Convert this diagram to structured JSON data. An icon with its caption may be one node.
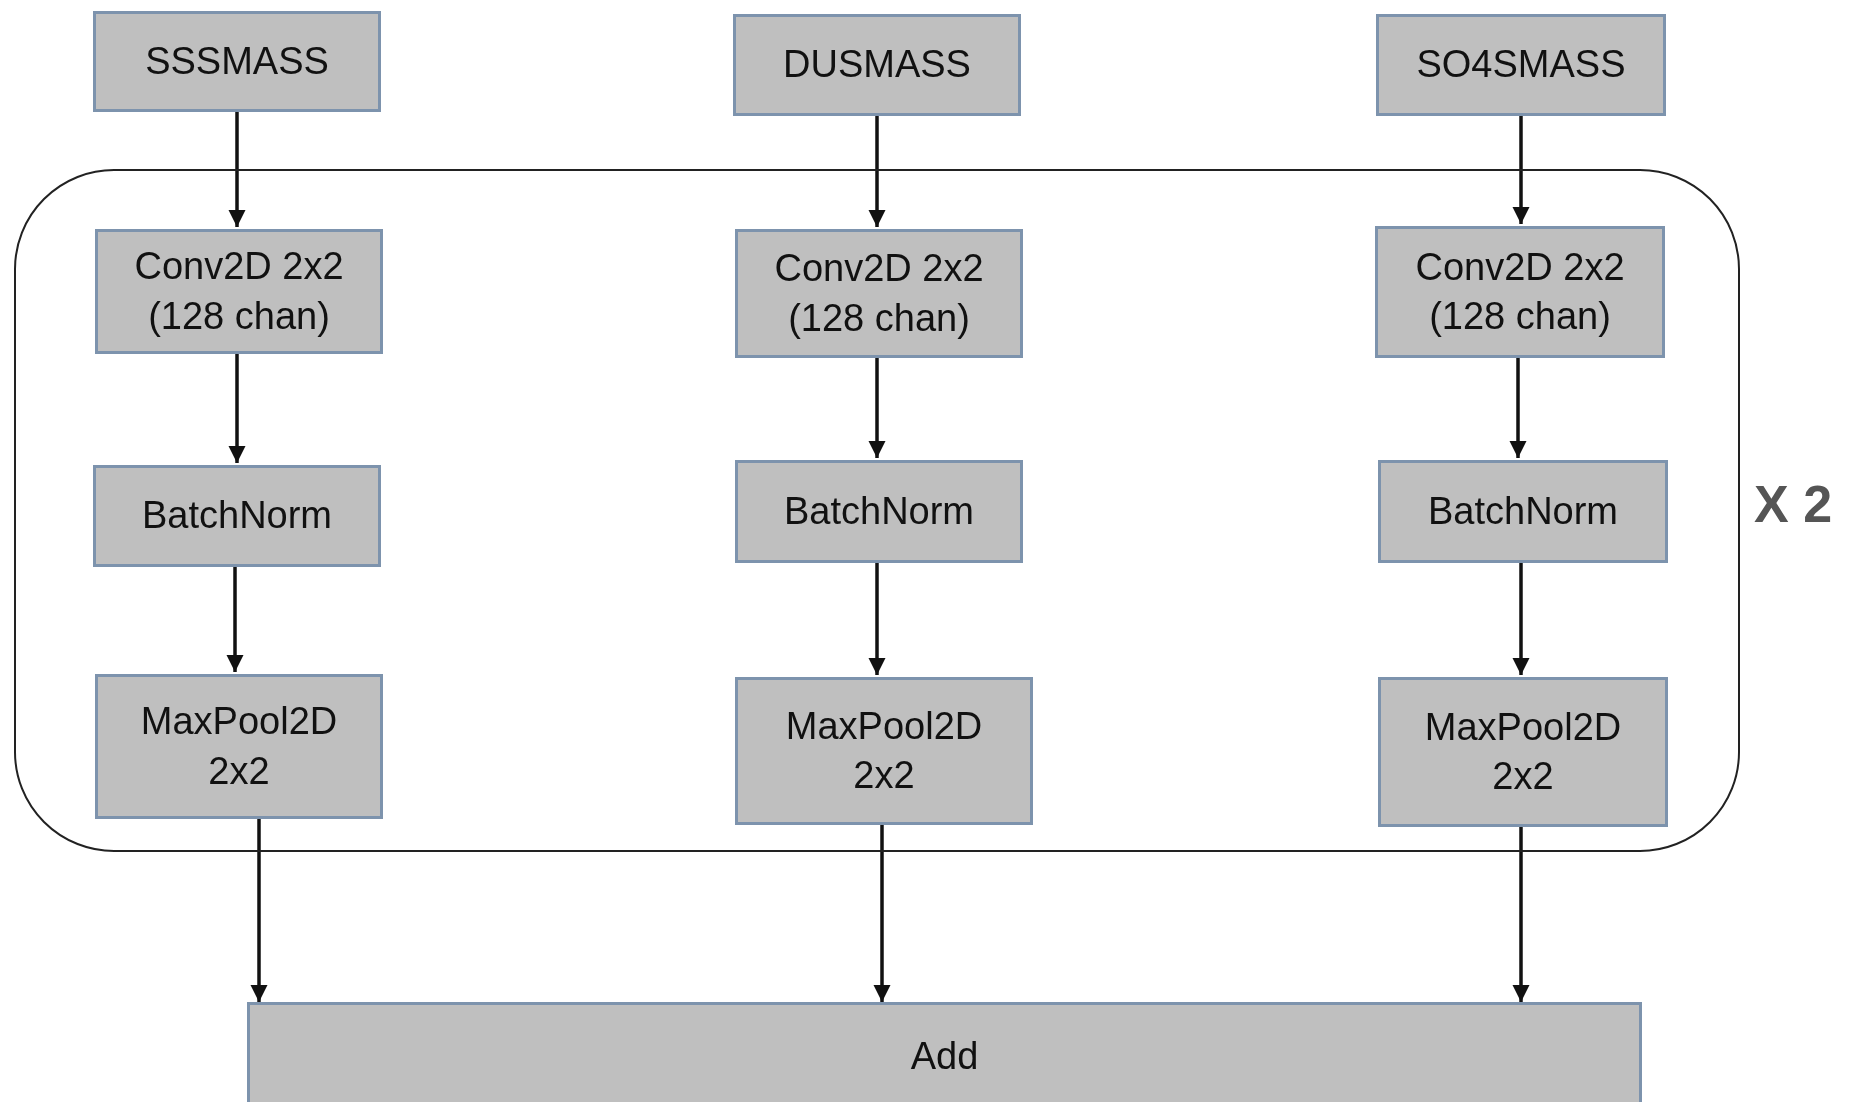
{
  "diagram": {
    "nodes": [
      {
        "text": [
          "SSSMASS"
        ]
      },
      {
        "text": [
          "DUSMASS"
        ]
      },
      {
        "text": [
          "SO4SMASS"
        ]
      },
      {
        "text": [],
        "shape": "box",
        "beside": [
          "X 2"
        ]
      },
      {
        "text": [
          "Conv2D 2x2 (128 chan)"
        ],
        "in": 3
      },
      {
        "text": [
          "Conv2D 2x2 (128 chan)"
        ],
        "in": 3
      },
      {
        "text": [
          "Conv2D 2x2 (128 chan)"
        ],
        "in": 3
      },
      {
        "text": [
          "BatchNorm"
        ],
        "in": 3
      },
      {
        "text": [
          "BatchNorm"
        ],
        "in": 3
      },
      {
        "text": [
          "BatchNorm"
        ],
        "in": 3
      },
      {
        "text": [
          "MaxPool2D 2x2"
        ],
        "in": 3
      },
      {
        "text": [
          "MaxPool2D 2x2"
        ],
        "in": 3
      },
      {
        "text": [
          "MaxPool2D 2x2"
        ],
        "in": 3
      },
      {
        "text": [
          "Add"
        ]
      }
    ],
    "edges": [
      {
        "from": 0,
        "to": 4,
        "arrow": "to"
      },
      {
        "from": 1,
        "to": 5,
        "arrow": "to"
      },
      {
        "from": 2,
        "to": 6,
        "arrow": "to"
      },
      {
        "from": 4,
        "to": 7,
        "arrow": "to"
      },
      {
        "from": 5,
        "to": 8,
        "arrow": "to"
      },
      {
        "from": 6,
        "to": 9,
        "arrow": "to"
      },
      {
        "from": 7,
        "to": 10,
        "arrow": "to"
      },
      {
        "from": 8,
        "to": 11,
        "arrow": "to"
      },
      {
        "from": 9,
        "to": 12,
        "arrow": "to"
      },
      {
        "from": 10,
        "to": 13,
        "arrow": "to"
      },
      {
        "from": 11,
        "to": 13,
        "arrow": "to"
      },
      {
        "from": 12,
        "to": 13,
        "arrow": "to"
      }
    ]
  }
}
